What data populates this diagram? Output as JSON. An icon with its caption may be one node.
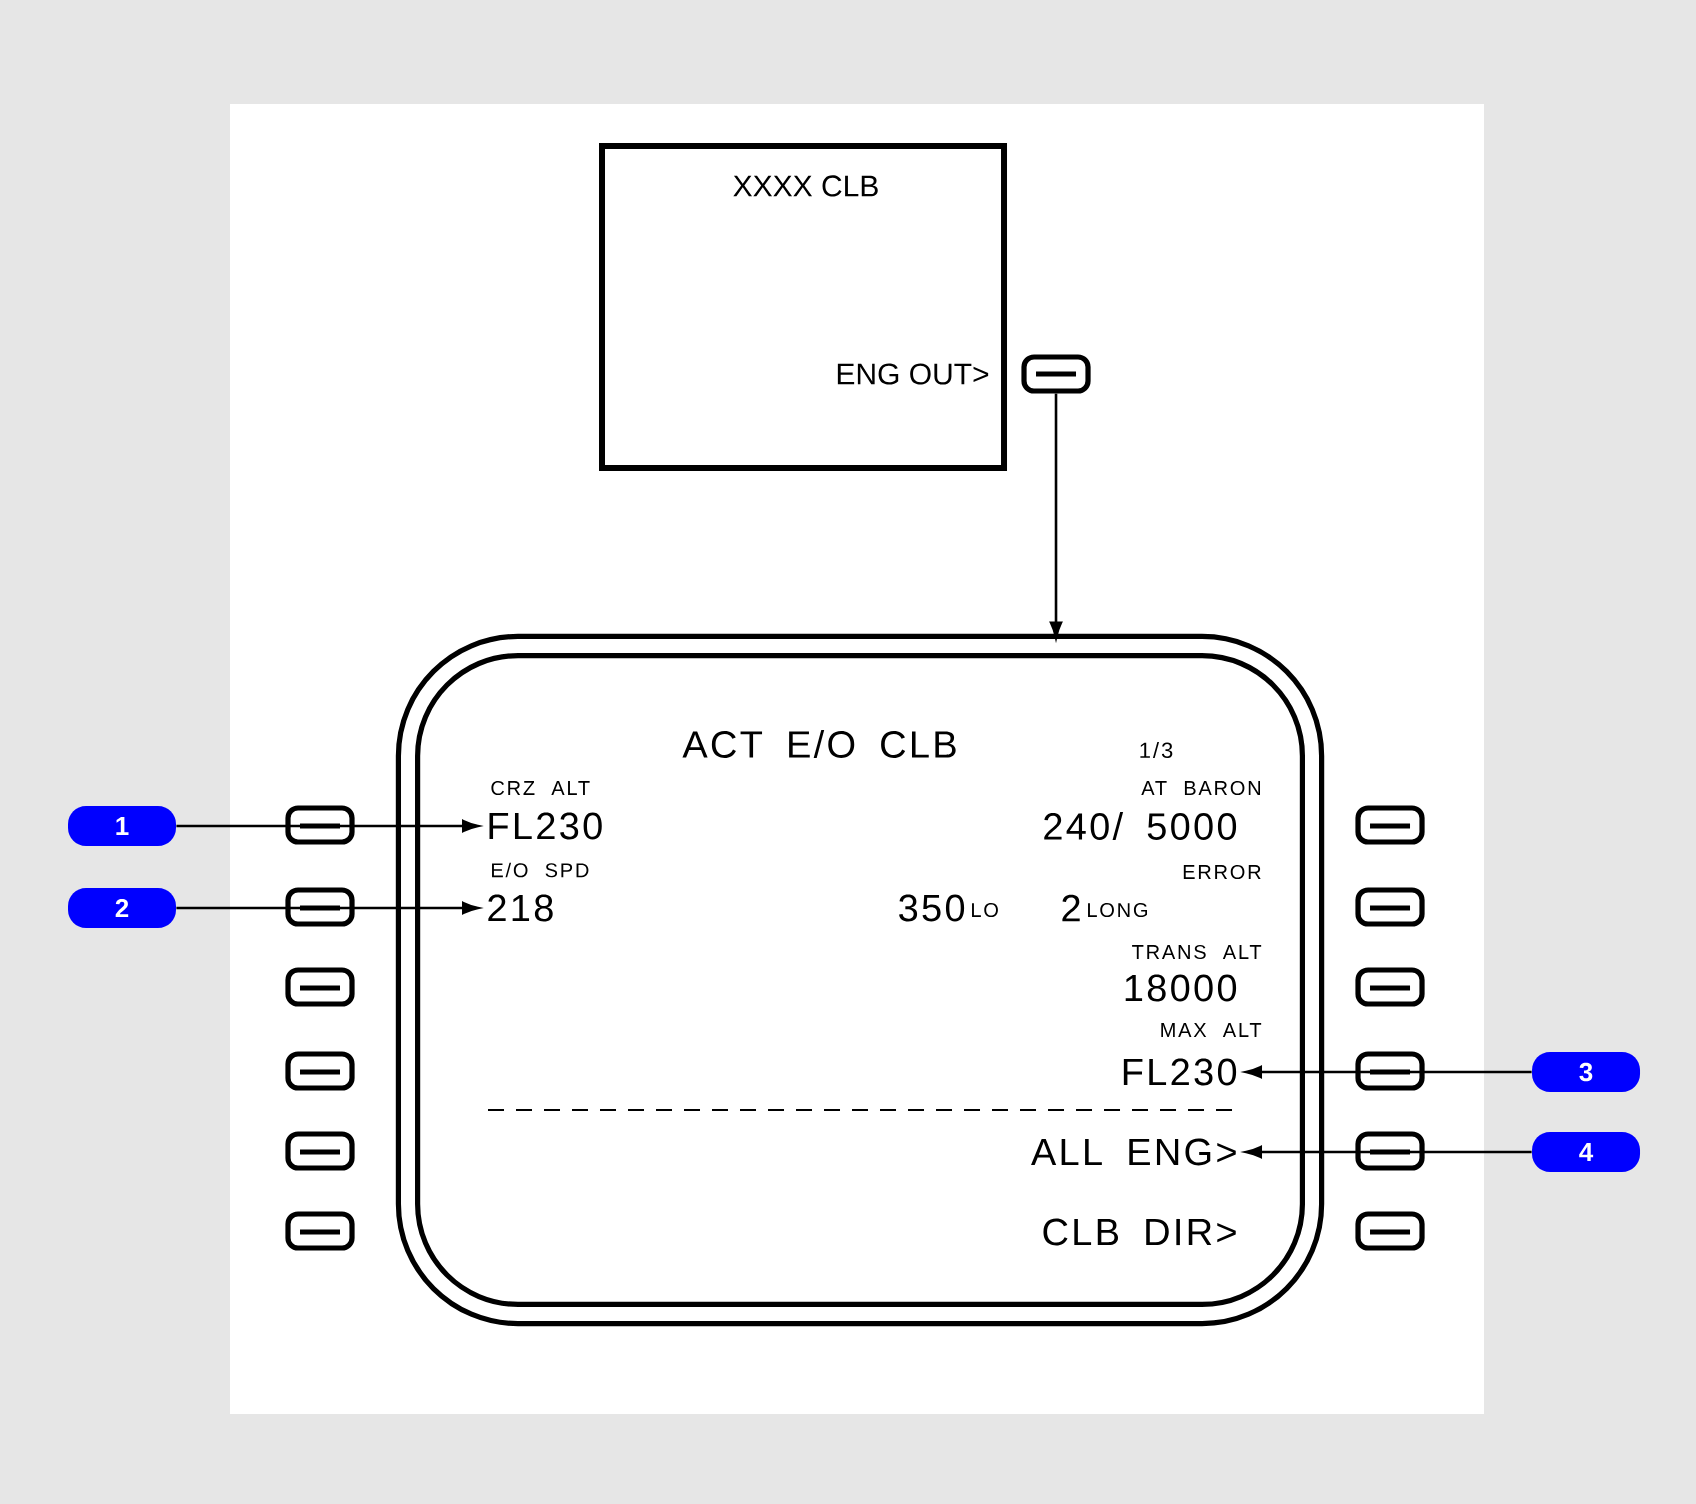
{
  "diagram": {
    "nodes": [
      {
        "text": [
          "XXXX CLB",
          "ENG OUT>"
        ]
      },
      {
        "text": [],
        "shape": "box"
      },
      {
        "text": [
          "ACT E/O CLB",
          "1/3"
        ]
      },
      {
        "text": [
          "FL230"
        ],
        "in": 2
      },
      {
        "text": [
          "218"
        ],
        "in": 2
      },
      {
        "text": [
          "FL230"
        ],
        "in": 2
      },
      {
        "text": [
          "ALL ENG>"
        ],
        "in": 2
      },
      {
        "text": [
          "1"
        ]
      },
      {
        "text": [
          "2"
        ]
      },
      {
        "text": [
          "3"
        ]
      },
      {
        "text": [
          "4"
        ]
      }
    ],
    "edges": [
      {
        "from": 1,
        "to": 2,
        "arrow": "to"
      },
      {
        "from": 7,
        "to": 3,
        "arrow": "to"
      },
      {
        "from": 8,
        "to": 4,
        "arrow": "to"
      },
      {
        "from": 9,
        "to": 5,
        "arrow": "to"
      },
      {
        "from": 10,
        "to": 6,
        "arrow": "to"
      }
    ],
    "labels": [
      "CRZ ALT",
      "AT BARON",
      "240/ 5000",
      "E/O SPD",
      "ERROR",
      "350",
      "LO",
      "2",
      "LONG",
      "TRANS ALT",
      "18000",
      "MAX ALT",
      "CLB DIR>"
    ]
  }
}
